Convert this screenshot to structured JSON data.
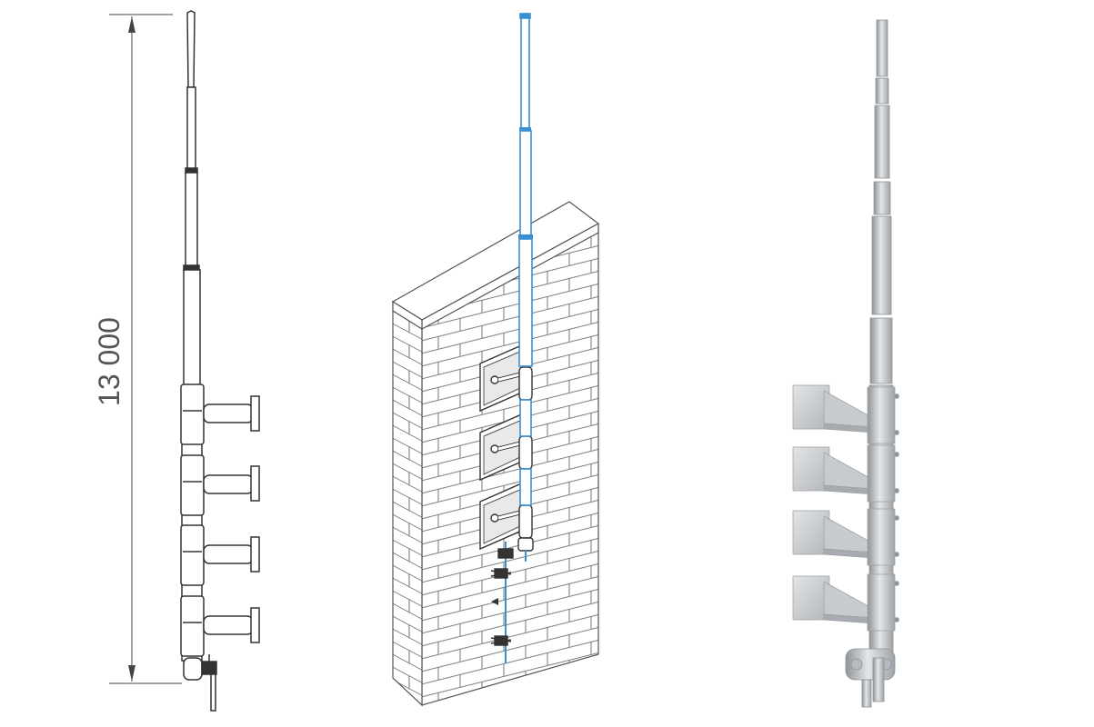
{
  "dimension": {
    "label": "13 000",
    "value_mm": 13000
  },
  "views": [
    {
      "id": "side-elevation",
      "mount_brackets": 4
    },
    {
      "id": "wall-mounted",
      "mount_brackets": 3
    },
    {
      "id": "photo-render",
      "mount_brackets": 4
    }
  ],
  "colors": {
    "line": "#333333",
    "dim_text": "#555555",
    "mast_blue": "#3a8fd0",
    "brick_line": "#7a7a7a",
    "metal_light": "#d9dcdf",
    "metal_mid": "#b6babe",
    "metal_dark": "#8f9498"
  }
}
